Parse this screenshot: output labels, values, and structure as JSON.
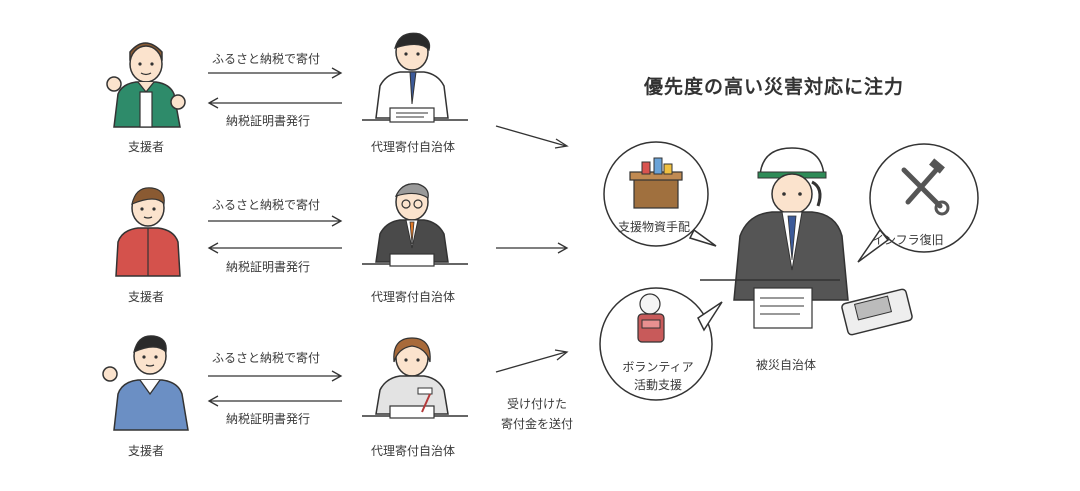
{
  "title": "優先度の高い災害対応に注力",
  "rows": [
    {
      "supporter": "支援者",
      "donate": "ふるさと納税で寄付",
      "receipt": "納税証明書発行",
      "municipality": "代理寄付自治体"
    },
    {
      "supporter": "支援者",
      "donate": "ふるさと納税で寄付",
      "receipt": "納税証明書発行",
      "municipality": "代理寄付自治体"
    },
    {
      "supporter": "支援者",
      "donate": "ふるさと納税で寄付",
      "receipt": "納税証明書発行",
      "municipality": "代理寄付自治体"
    }
  ],
  "send_label": {
    "line1": "受け付けた",
    "line2": "寄付金を送付"
  },
  "disaster": {
    "label": "被災自治体",
    "bubbles": {
      "supplies": "支援物資手配",
      "infra": "インフラ復旧",
      "volunteer_line1": "ボランティア",
      "volunteer_line2": "活動支援"
    }
  },
  "colors": {
    "supporter1_shirt": "#2e8b6a",
    "supporter2_jacket": "#d4524c",
    "supporter3_jacket": "#6b8fc4",
    "text": "#3a3a3a",
    "line": "#333333"
  }
}
